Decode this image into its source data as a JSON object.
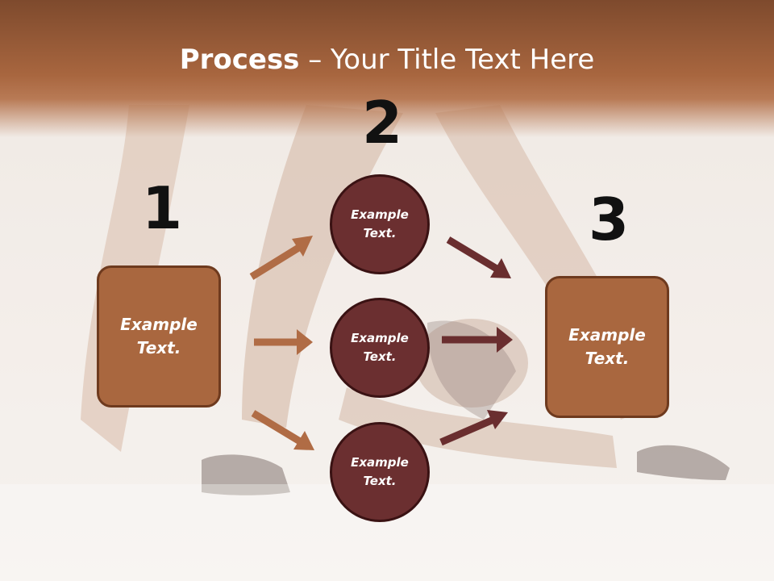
{
  "title": {
    "bold": "Process",
    "rest": " – Your Title Text Here"
  },
  "steps": [
    {
      "number": "1",
      "label": "Example Text."
    },
    {
      "number": "2",
      "label": "Example Text."
    },
    {
      "number": "3",
      "label": "Example Text."
    }
  ],
  "circles": [
    {
      "label": "Example Text."
    },
    {
      "label": "Example Text."
    },
    {
      "label": "Example Text."
    }
  ],
  "colors": {
    "header": "#a8663f",
    "box_fill": "#a9673f",
    "circle_fill": "#6b2f30",
    "arrow_left": "#b06c45",
    "arrow_right": "#6a2e2f"
  }
}
